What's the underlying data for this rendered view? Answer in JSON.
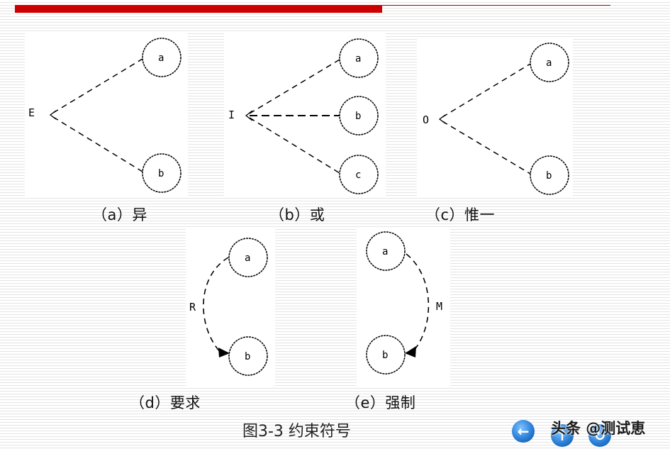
{
  "header": {
    "accent_color": "#cc0000"
  },
  "panels": [
    {
      "id": "a",
      "symbol": "E",
      "nodes": [
        "a",
        "b"
      ],
      "caption": "（a）异"
    },
    {
      "id": "b",
      "symbol": "I",
      "nodes": [
        "a",
        "b",
        "c"
      ],
      "caption": "（b）或"
    },
    {
      "id": "c",
      "symbol": "O",
      "nodes": [
        "a",
        "b"
      ],
      "caption": "（c）惟一"
    },
    {
      "id": "d",
      "symbol": "R",
      "nodes": [
        "a",
        "b"
      ],
      "caption": "（d）要求"
    },
    {
      "id": "e",
      "symbol": "M",
      "nodes": [
        "a",
        "b"
      ],
      "caption": "（e）强制"
    }
  ],
  "figure_title": "图3-3 约束符号",
  "watermark": {
    "text": "头条 @测试恵",
    "icons": [
      "back-arrow-icon",
      "up-arrow-icon",
      "refresh-icon"
    ]
  }
}
